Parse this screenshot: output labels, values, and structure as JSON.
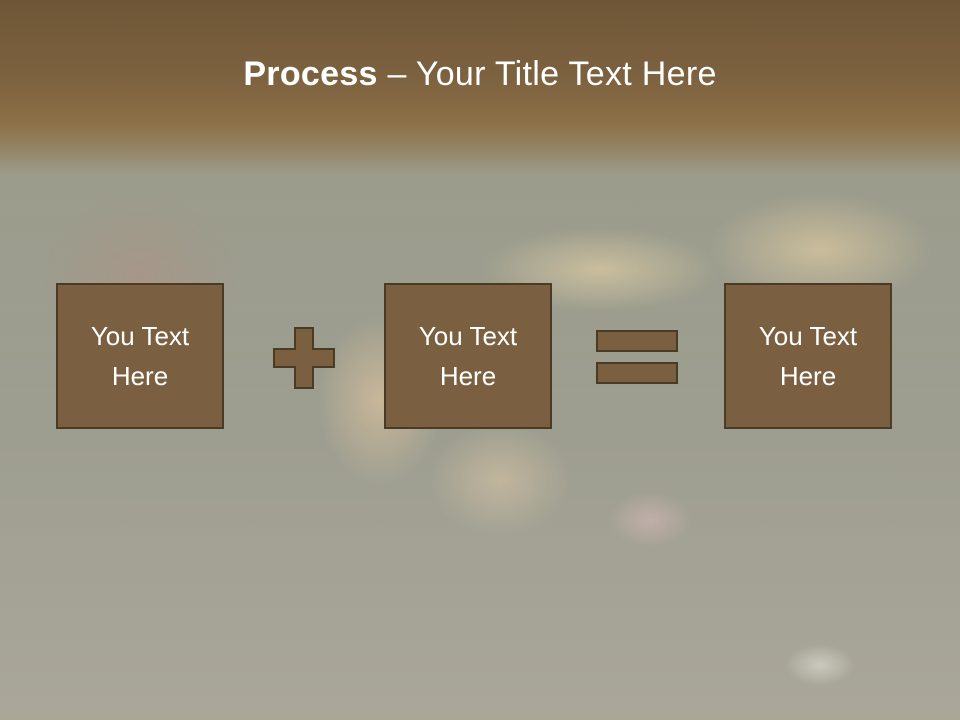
{
  "slide": {
    "title_bold": "Process",
    "title_separator": " – ",
    "title_rest": "Your Title Text Here"
  },
  "process": {
    "boxes": [
      {
        "line1": "You Text",
        "line2": "Here"
      },
      {
        "line1": "You Text",
        "line2": "Here"
      },
      {
        "line1": "You Text",
        "line2": "Here"
      }
    ],
    "operators": [
      "plus-icon",
      "equals-icon"
    ]
  },
  "colors": {
    "title_band": "#7d6240",
    "box_fill": "#7a6040",
    "box_border": "#4b3a24",
    "operator_fill": "#7a6040",
    "text": "#ffffff"
  }
}
